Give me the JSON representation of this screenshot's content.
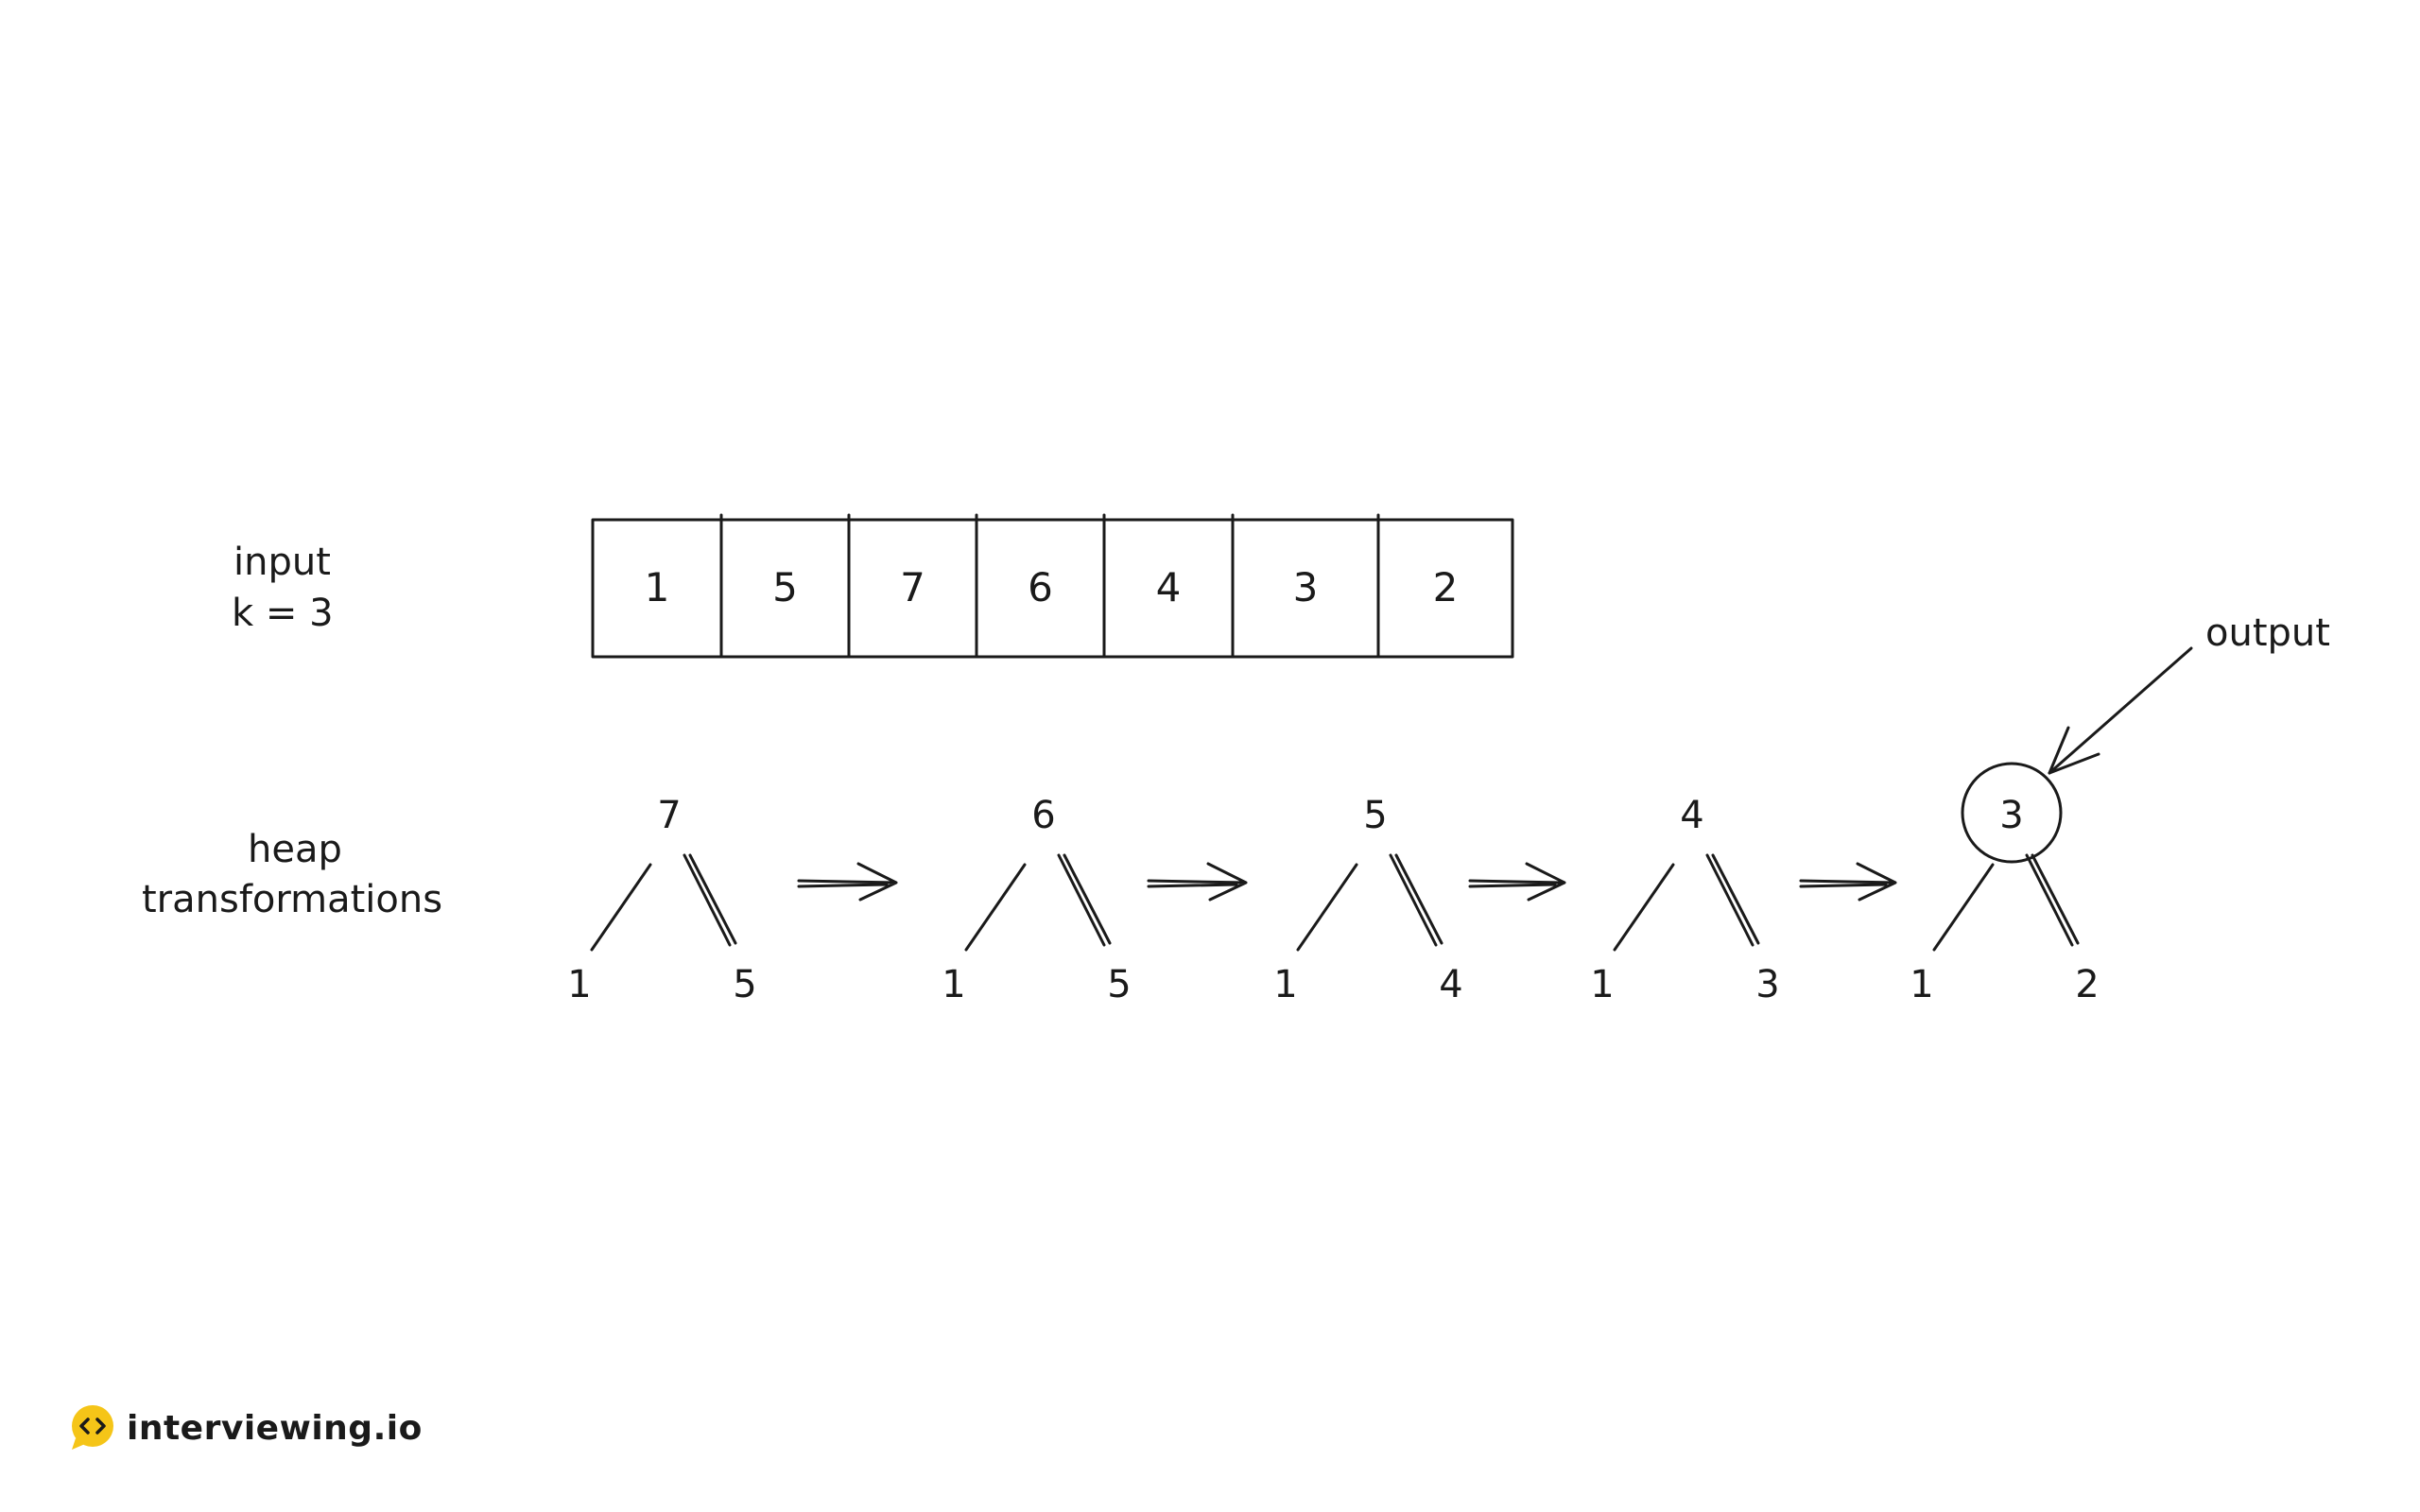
{
  "labels": {
    "input_line1": "input",
    "input_line2": "k = 3",
    "heap_line1": "heap",
    "heap_line2": "transformations",
    "output": "output"
  },
  "array": {
    "values": [
      "1",
      "5",
      "7",
      "6",
      "4",
      "3",
      "2"
    ]
  },
  "heaps": [
    {
      "root": "7",
      "left": "1",
      "right": "5",
      "highlighted": false
    },
    {
      "root": "6",
      "left": "1",
      "right": "5",
      "highlighted": false
    },
    {
      "root": "5",
      "left": "1",
      "right": "4",
      "highlighted": false
    },
    {
      "root": "4",
      "left": "1",
      "right": "3",
      "highlighted": false
    },
    {
      "root": "3",
      "left": "1",
      "right": "2",
      "highlighted": true
    }
  ],
  "brand": {
    "name": "interviewing.io",
    "icon": "code-brackets-icon",
    "icon_color": "#f5c518"
  },
  "colors": {
    "ink": "#1a1a1a",
    "background": "#ffffff"
  }
}
